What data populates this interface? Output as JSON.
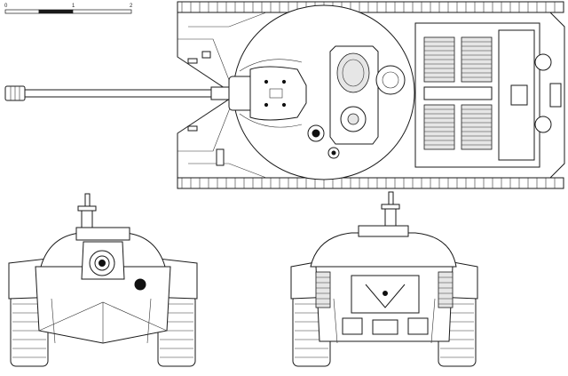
{
  "scale_bar": {
    "labels": [
      "0",
      "1",
      "2"
    ]
  },
  "views": [
    {
      "id": "top-view"
    },
    {
      "id": "front-view"
    },
    {
      "id": "rear-view"
    }
  ],
  "colors": {
    "line": "#1a1a1a",
    "background": "#ffffff",
    "shade": "#e6e6e6"
  }
}
